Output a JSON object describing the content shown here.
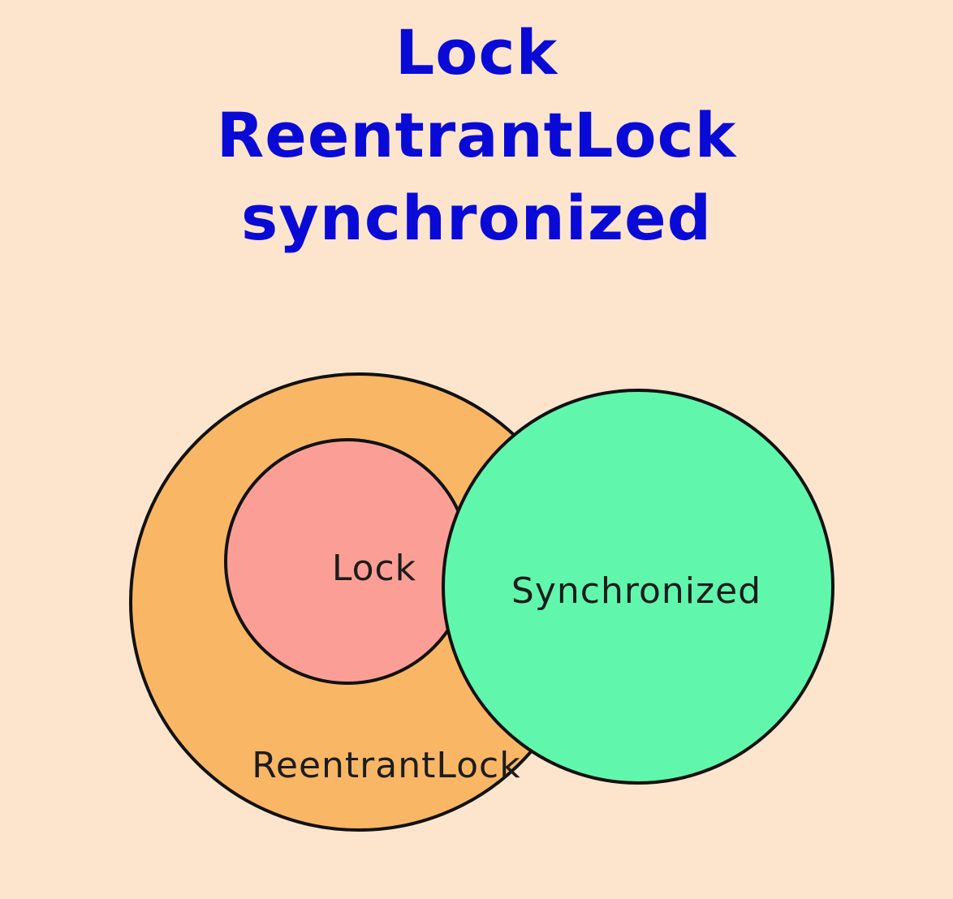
{
  "title": {
    "lines": [
      "Lock",
      "ReentrantLock",
      "synchronized"
    ]
  },
  "diagram": {
    "outer_label": "ReentrantLock",
    "inner_label": "Lock",
    "right_label": "Synchronized"
  },
  "colors": {
    "background": "#fde5cd",
    "title_text": "#0a0ad6",
    "outer_fill": "#f9b765",
    "inner_fill": "#fb9f96",
    "right_fill": "#60f7ad",
    "stroke": "#111111",
    "label_text": "#1c1c1c"
  }
}
